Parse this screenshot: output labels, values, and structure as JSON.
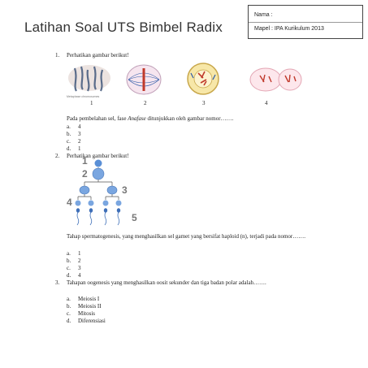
{
  "header": {
    "title": "Latihan Soal UTS Bimbel Radix",
    "name_label": "Nama   :",
    "subject_label": "Mapel  : IPA Kurikulum 2013"
  },
  "questions": [
    {
      "number": "1.",
      "prompt": "Perhatikan gambar berikut!",
      "figure_labels": [
        "1",
        "2",
        "3",
        "4"
      ],
      "figure_caption": "Metaphase chromosomes",
      "stem_before": "Pada pembelahan  sel, fase ",
      "stem_italic": "Anafase",
      "stem_after": " ditunjukkan  oleh gambar nomor…….",
      "options": [
        {
          "letter": "a.",
          "text": "4"
        },
        {
          "letter": "b.",
          "text": "3"
        },
        {
          "letter": "c.",
          "text": "2"
        },
        {
          "letter": "d.",
          "text": "1"
        }
      ]
    },
    {
      "number": "2.",
      "prompt": "Perhatikan gambar berikut!",
      "figure_labels": [
        "1",
        "2",
        "3",
        "4",
        "5"
      ],
      "stem": "Tahap   spermatogenesis,   yang   menghasilkan   sel  gamet  yang  bersifat  haploid  (n), terjadi pada nomor…….",
      "options": [
        {
          "letter": "a.",
          "text": "1"
        },
        {
          "letter": "b.",
          "text": "2"
        },
        {
          "letter": "c.",
          "text": "3"
        },
        {
          "letter": "d.",
          "text": "4"
        }
      ]
    },
    {
      "number": "3.",
      "stem": "Tahapan   oogenesis   yang   menghasilkan   oosit  sekunder  dan  tiga  badan  polar adalah…….",
      "options": [
        {
          "letter": "a.",
          "text": "Meiosis I"
        },
        {
          "letter": "b.",
          "text": "Meiosis II"
        },
        {
          "letter": "c.",
          "text": "Mitosis"
        },
        {
          "letter": "d.",
          "text": "Diferensiasi"
        }
      ]
    }
  ],
  "colors": {
    "cell_fill": "#f7e7a8",
    "cell_border": "#c9a84c",
    "chromosome": "#c0392b",
    "spindle": "#2e5aa8",
    "sperm_blue": "#5a8fd6",
    "label_gray": "#777777"
  }
}
